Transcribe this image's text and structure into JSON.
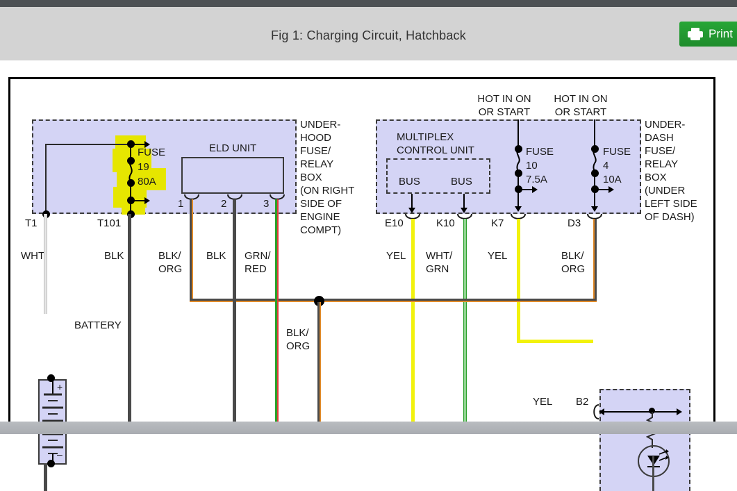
{
  "header": {
    "title": "Fig 1: Charging Circuit, Hatchback",
    "print_label": "Print",
    "print_icon": "printer-icon",
    "bg": "#d3d3d3",
    "print_bg": "#21962e"
  },
  "diagram": {
    "underhood_box": {
      "label": "UNDER-\nHOOD\nFUSE/\nRELAY\nBOX\n(ON RIGHT\nSIDE OF\nENGINE\nCOMPT)",
      "fuse": {
        "name": "FUSE",
        "number": "19",
        "rating": "80A",
        "highlighted": true
      },
      "eld_unit": {
        "title": "ELD UNIT",
        "pins": [
          "1",
          "2",
          "3"
        ]
      }
    },
    "underdash_box": {
      "label": "UNDER-\nDASH\nFUSE/\nRELAY\nBOX\n(UNDER\nLEFT SIDE\nOF DASH)",
      "multiplex": {
        "title": "MULTIPLEX\nCONTROL UNIT",
        "bus_labels": [
          "BUS",
          "BUS"
        ]
      },
      "fuses": [
        {
          "name": "FUSE",
          "number": "10",
          "rating": "7.5A",
          "source": "HOT IN ON\nOR START"
        },
        {
          "name": "FUSE",
          "number": "4",
          "rating": "10A",
          "source": "HOT IN ON\nOR START"
        }
      ]
    },
    "hot_labels": [
      "HOT IN ON\nOR START",
      "HOT IN ON\nOR START"
    ],
    "terminals": [
      {
        "id": "T1",
        "color_code": "WHT",
        "wire_hex": "#e8e8e8"
      },
      {
        "id": "T101",
        "color_code": "BLK",
        "wire_hex": "#4a4a4a"
      },
      {
        "id": "",
        "color_code": "BLK/\nORG",
        "wire_hex": "#4a4a4a"
      },
      {
        "id": "",
        "color_code": "BLK",
        "wire_hex": "#4a4a4a"
      },
      {
        "id": "",
        "color_code": "GRN/\nRED",
        "wire_hex": "#2aa02a"
      },
      {
        "id": "E10",
        "color_code": "YEL",
        "wire_hex": "#f2f20d"
      },
      {
        "id": "K10",
        "color_code": "WHT/\nGRN",
        "wire_hex": "#7ec77e"
      },
      {
        "id": "K7",
        "color_code": "YEL",
        "wire_hex": "#f2f20d"
      },
      {
        "id": "D3",
        "color_code": "BLK/\nORG",
        "wire_hex": "#4a4a4a"
      }
    ],
    "battery": {
      "label": "BATTERY",
      "plus": "+",
      "minus": "–"
    },
    "junction_wire_label": "BLK/\nORG",
    "indicator": {
      "wire_label": "YEL",
      "terminal": "B2"
    }
  },
  "colors": {
    "box_fill": "#d4d4f5",
    "highlight": "#e6e600",
    "yellow_wire": "#f2f20d",
    "orange_stripe": "#e08a28",
    "green_wire": "#2aa02a",
    "red_stripe": "#e03a3a",
    "black_wire": "#4a4a4a",
    "white_wire": "#e8e8e8"
  }
}
